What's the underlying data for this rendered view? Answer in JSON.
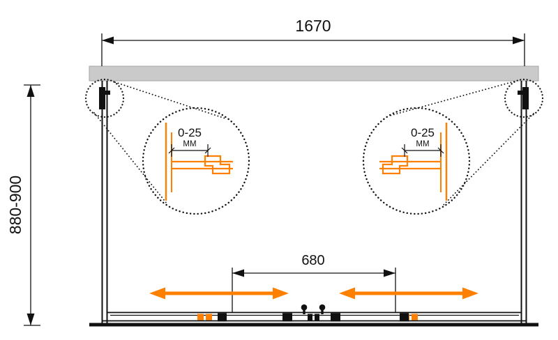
{
  "diagram": {
    "kind": "technical-dimension-drawing",
    "subject": "Sliding shower enclosure — front elevation with dimensions",
    "colors": {
      "line": "#111111",
      "accent_orange": "#FF7F00",
      "wall_gray": "#CACACA",
      "background": "#FFFFFF"
    },
    "dimensions": {
      "overall_width_mm": "1670",
      "overall_height_mm": "880-900",
      "door_opening_mm": "680"
    },
    "detail_left": {
      "adjustment_range": "0-25",
      "unit": "ММ"
    },
    "detail_right": {
      "adjustment_range": "0-25",
      "unit": "ММ"
    }
  }
}
